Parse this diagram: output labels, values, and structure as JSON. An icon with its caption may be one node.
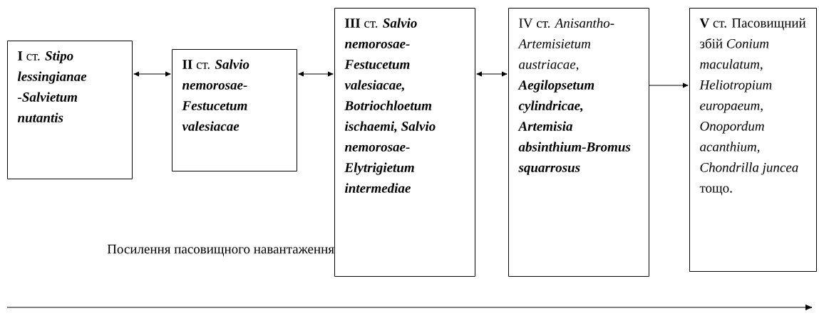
{
  "diagram": {
    "nodes": [
      {
        "text": [
          "**I** ст. *Stipo lessingianae -Salvietum nutantis*"
        ]
      },
      {
        "text": [
          "**II** ст. *Salvio nemorosae-Festucetum valesiacae*"
        ]
      },
      {
        "text": [
          "**III** ст. *Salvio nemorosae-Festucetum valesiacae, Botriochloetum ischaemi, Salvio nemorosae-Elytrigietum intermediae*"
        ]
      },
      {
        "text": [
          "IV ст. *Anisantho-Artemisietum austriacae,* **Aegilopsetum cylindricae, Artemisia absinthium-Bromus squarrosus**"
        ]
      },
      {
        "text": [
          "**V** ст. Пасовищний збій *Conium maculatum, Heliotropium europaeum, Onopordum acanthium, Chondrilla juncea* тощо."
        ]
      }
    ],
    "edges": [
      {
        "from": 0,
        "to": 1,
        "arrow": "both"
      },
      {
        "from": 1,
        "to": 2,
        "arrow": "both"
      },
      {
        "from": 2,
        "to": 3,
        "arrow": "both"
      },
      {
        "from": 3,
        "to": 4,
        "arrow": "to"
      }
    ],
    "labels": [
      "Посилення пасовищного навантаження"
    ]
  }
}
